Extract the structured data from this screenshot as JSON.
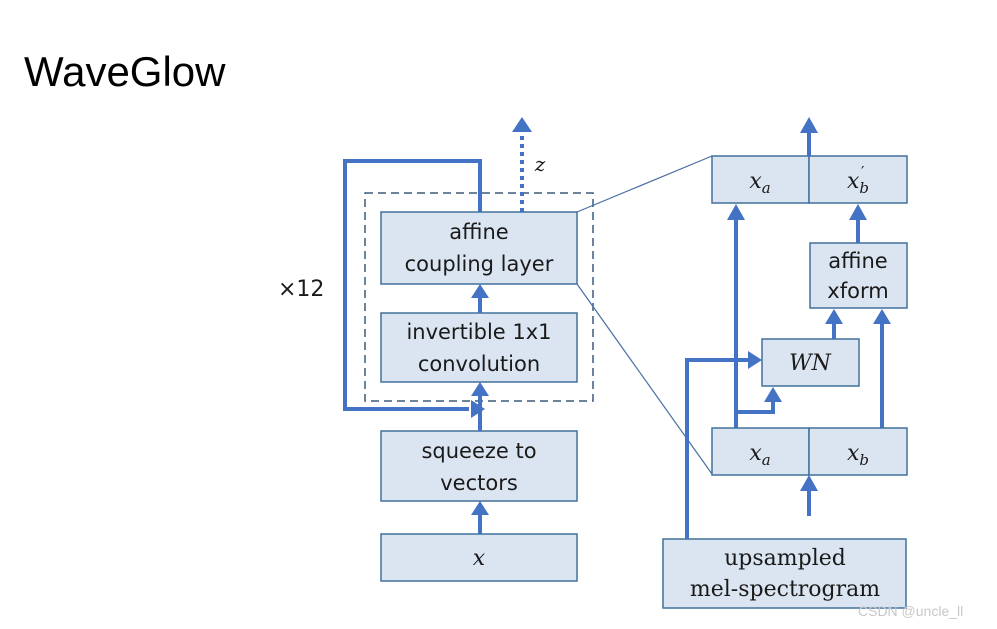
{
  "title": "WaveGlow",
  "repeat_label": "×12",
  "left_flow": {
    "affine_coupling": [
      "affine",
      "coupling layer"
    ],
    "invertible_conv": [
      "invertible 1x1",
      "convolution"
    ],
    "squeeze": [
      "squeeze to",
      "vectors"
    ],
    "input": "x",
    "output_label": "z"
  },
  "right_detail": {
    "top_left": "x",
    "top_left_sub": "a",
    "top_right": "x",
    "top_right_sub": "b",
    "top_right_prime": "′",
    "affine_xform": [
      "affine",
      "xform"
    ],
    "wn": "WN",
    "bottom_left": "x",
    "bottom_left_sub": "a",
    "bottom_right": "x",
    "bottom_right_sub": "b",
    "mel": [
      "upsampled",
      "mel-spectrogram"
    ]
  },
  "colors": {
    "arrow": "#4472c4",
    "box_fill": "#dbe5f1",
    "box_stroke": "#41719c"
  },
  "watermark": "CSDN @uncle_ll"
}
